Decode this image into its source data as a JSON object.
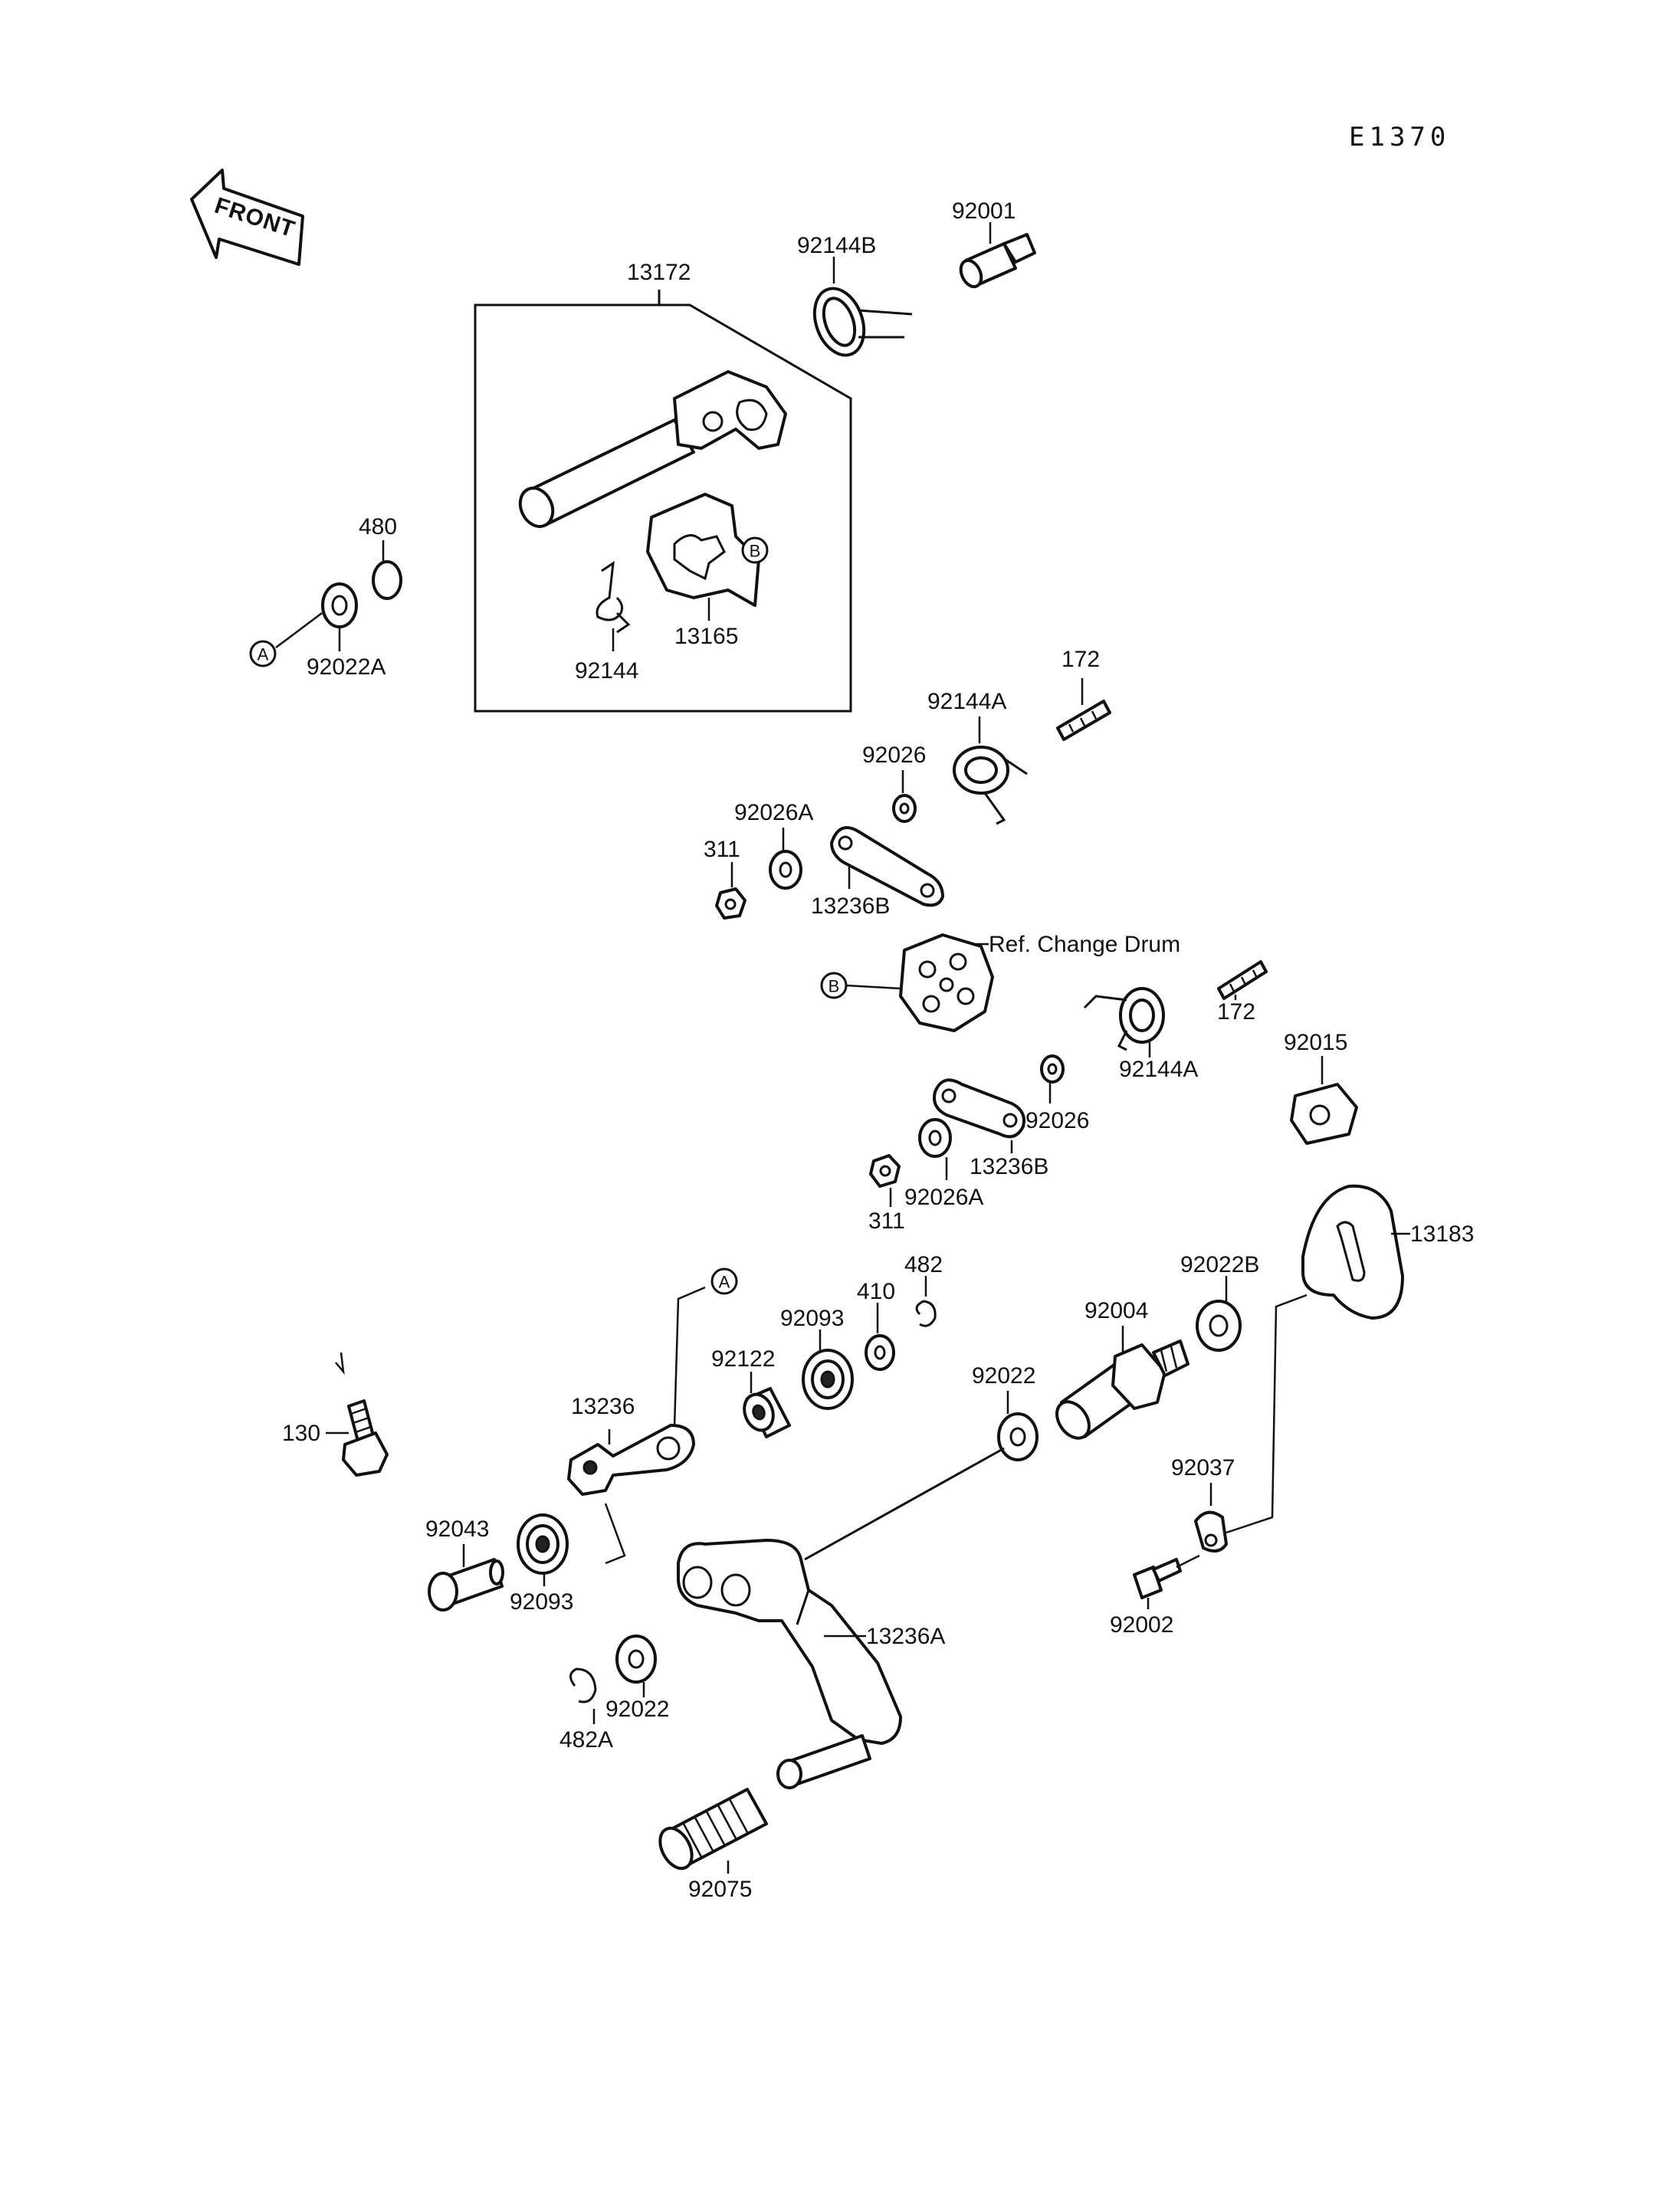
{
  "diagram": {
    "code": "E1370",
    "front_label": "FRONT",
    "ref_note": "Ref. Change Drum",
    "markers": {
      "a": "A",
      "b": "B"
    },
    "parts": {
      "p92001": "92001",
      "p92144B": "92144B",
      "p13172": "13172",
      "p480": "480",
      "p92022A": "92022A",
      "p92144": "92144",
      "p13165": "13165",
      "p172a": "172",
      "p92144A_a": "92144A",
      "p92026_a": "92026",
      "p92026A_a": "92026A",
      "p311_a": "311",
      "p13236B_a": "13236B",
      "p172b": "172",
      "p92144A_b": "92144A",
      "p92015": "92015",
      "p92026_b": "92026",
      "p13236B_b": "13236B",
      "p92026A_b": "92026A",
      "p311_b": "311",
      "p13183": "13183",
      "p92022B": "92022B",
      "p482": "482",
      "p410": "410",
      "p92093_a": "92093",
      "p92122": "92122",
      "p92004": "92004",
      "p92022_a": "92022",
      "p13236": "13236",
      "p130": "130",
      "p92037": "92037",
      "p92043": "92043",
      "p92093_b": "92093",
      "p92002": "92002",
      "p13236A": "13236A",
      "p92022_b": "92022",
      "p482A": "482A",
      "p92075": "92075"
    }
  }
}
